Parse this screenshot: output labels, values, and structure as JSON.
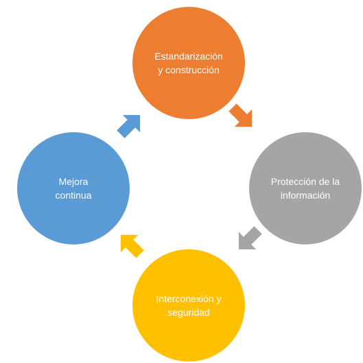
{
  "nodes": {
    "top": {
      "label": "Estandarización\ny construcción",
      "color": "#ED7D31"
    },
    "right": {
      "label": "Protección de la\ninformación",
      "color": "#A5A5A5"
    },
    "bottom": {
      "label": "Interconexión y\nseguridad",
      "color": "#FFC000"
    },
    "left": {
      "label": "Mejora\ncontinua",
      "color": "#5B9BD5"
    }
  },
  "arrows": {
    "top_to_right": {
      "color": "#ED7D31"
    },
    "right_to_bottom": {
      "color": "#A5A5A5"
    },
    "bottom_to_left": {
      "color": "#FFC000"
    },
    "left_to_top": {
      "color": "#5B9BD5"
    }
  }
}
